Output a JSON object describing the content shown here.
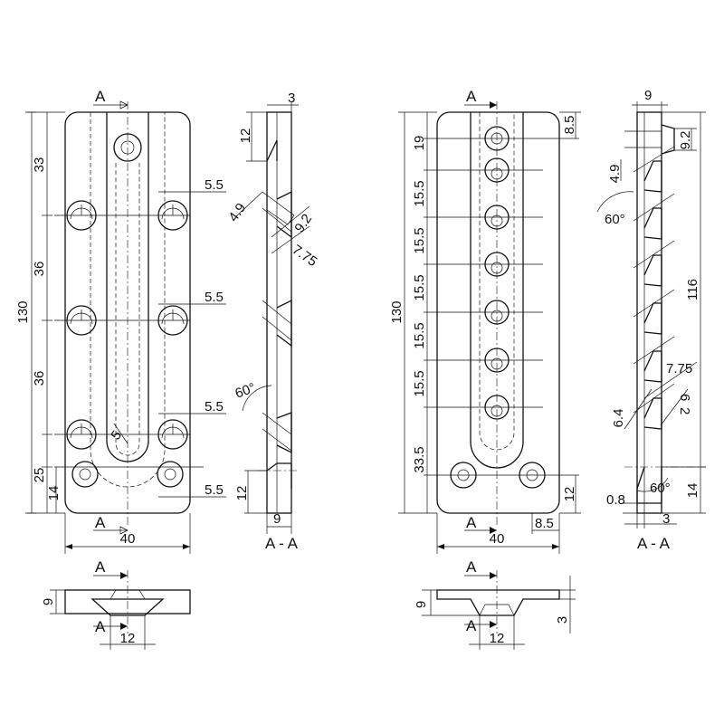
{
  "section_marker": "A",
  "section_title": "A - A",
  "left_part": {
    "length": "130",
    "width": "40",
    "spacing_top": "33",
    "spacing_mid_1": "36",
    "spacing_mid_2": "36",
    "spacing_bottom": "25",
    "bottom_hole_offset": "14",
    "hole_offset_1": "5.5",
    "hole_offset_2": "5.5",
    "hole_offset_3": "5.5",
    "hole_offset_4": "5.5",
    "slot_radius": "5",
    "section_top_thickness": "3",
    "section_top_offset": "12",
    "countersink_depth": "4.9",
    "countersink_dia": "9.2",
    "countersink_hole": "7.75",
    "countersink_angle": "60°",
    "section_bottom_offset": "12",
    "section_thickness": "9",
    "bottom_view_height": "9",
    "bottom_view_width": "12"
  },
  "right_part": {
    "length": "130",
    "width": "40",
    "spacing_top": "19",
    "spacing_1": "15.5",
    "spacing_2": "15.5",
    "spacing_3": "15.5",
    "spacing_4": "15.5",
    "spacing_5": "15.5",
    "spacing_bottom": "33.5",
    "top_offset": "8.5",
    "bottom_offset": "12",
    "side_offset": "8.5",
    "section_thickness": "9",
    "head_dia": "9.2",
    "countersink_depth": "4.9",
    "countersink_angle_top": "60°",
    "hole_length": "116",
    "hole_dia_a": "7.75",
    "hole_dia_b": "6.4",
    "hole_dia_c": "6",
    "hole_dia_d": "2",
    "countersink_angle_bottom": "60°",
    "wall": "0.8",
    "base_thickness": "3",
    "base_offset": "14",
    "bottom_view_height": "9",
    "bottom_view_width": "12",
    "bottom_view_depth": "3"
  }
}
